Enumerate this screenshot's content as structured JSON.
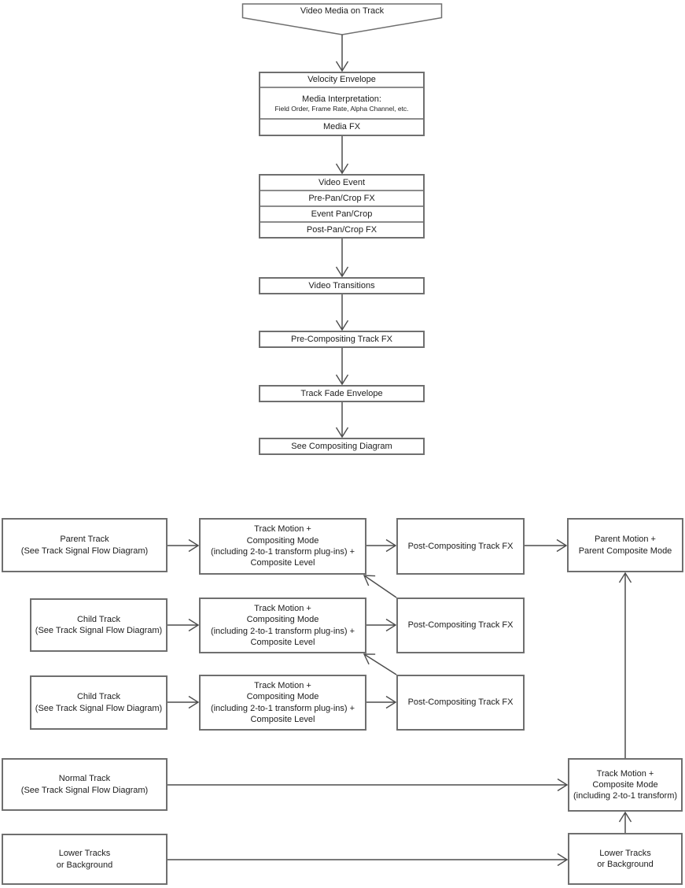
{
  "track_flow": {
    "source": "Video Media on Track",
    "media_stack": {
      "velocity": "Velocity Envelope",
      "interpretation_title": "Media Interpretation:",
      "interpretation_detail": "Field Order, Frame Rate, Alpha Channel, etc.",
      "media_fx": "Media FX"
    },
    "event_stack": {
      "rows": [
        "Video Event",
        "Pre-Pan/Crop FX",
        "Event Pan/Crop",
        "Post-Pan/Crop FX"
      ]
    },
    "video_transitions": "Video Transitions",
    "pre_compositing_track_fx": "Pre-Compositing Track FX",
    "track_fade_envelope": "Track Fade Envelope",
    "see_compositing_diagram": "See Compositing Diagram"
  },
  "compositing_flow": {
    "parent_track": "Parent Track\n(See Track Signal Flow Diagram)",
    "child_track": "Child Track\n(See Track Signal Flow Diagram)",
    "normal_track": "Normal Track\n(See Track Signal Flow Diagram)",
    "lower_tracks": "Lower Tracks\nor Background",
    "track_motion_compositing": "Track Motion +\nCompositing Mode\n(including 2-to-1 transform plug-ins) +\nComposite Level",
    "post_compositing_track_fx": "Post-Compositing Track FX",
    "parent_motion": "Parent Motion +\nParent Composite Mode",
    "track_motion_composite_mode": "Track Motion +\nComposite Mode\n(including 2-to-1 transform)",
    "lower_tracks_background": "Lower Tracks\nor Background"
  },
  "colors": {
    "background": "#ffffff",
    "box_border": "#6f6f6f",
    "separator": "#8c8c8c",
    "connector": "#4d4d4d",
    "text": "#1c1c1c"
  }
}
